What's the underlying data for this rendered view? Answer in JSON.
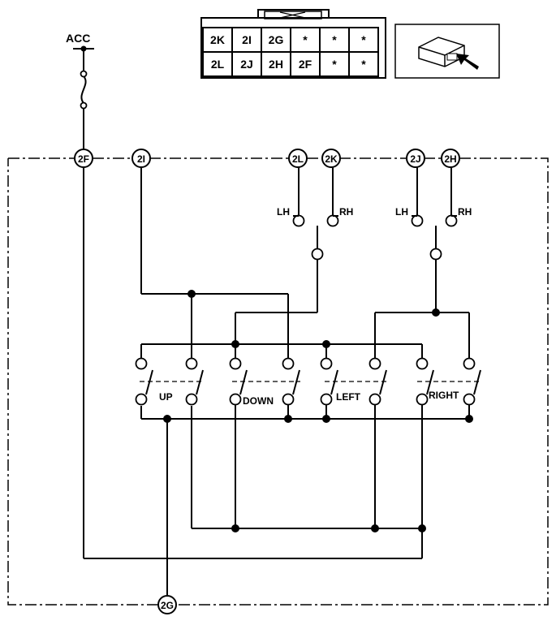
{
  "power": {
    "label": "ACC"
  },
  "connector": {
    "rows": [
      [
        "2K",
        "2I",
        "2G",
        "*",
        "*",
        "*"
      ],
      [
        "2L",
        "2J",
        "2H",
        "2F",
        "*",
        "*"
      ]
    ]
  },
  "pins": {
    "p2F": "2F",
    "p2I": "2I",
    "p2L": "2L",
    "p2K": "2K",
    "p2J": "2J",
    "p2H": "2H",
    "p2G": "2G"
  },
  "selector": {
    "lh1": "LH",
    "rh1": "RH",
    "lh2": "LH",
    "rh2": "RH"
  },
  "switches": {
    "up": "UP",
    "down": "DOWN",
    "left": "LEFT",
    "right": "RIGHT"
  }
}
